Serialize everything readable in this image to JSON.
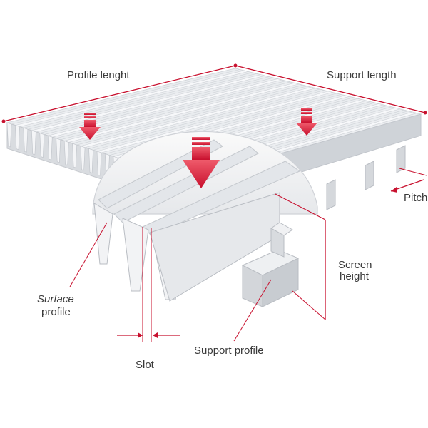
{
  "labels": {
    "profile_length": "Profile lenght",
    "support_length": "Support length",
    "pitch": "Pitch",
    "surface_profile_line1": "Surface",
    "surface_profile_line2": "profile",
    "screen_height_line1": "Screen",
    "screen_height_line2": "height",
    "slot": "Slot",
    "support_profile": "Support profile"
  },
  "colors": {
    "dimension_line": "#c8102e",
    "arrow": "#d7263d",
    "steel_light": "#f3f4f6",
    "steel_mid": "#dfe2e6",
    "steel_dark": "#c2c6cc",
    "label_text": "#3a3a3a"
  }
}
